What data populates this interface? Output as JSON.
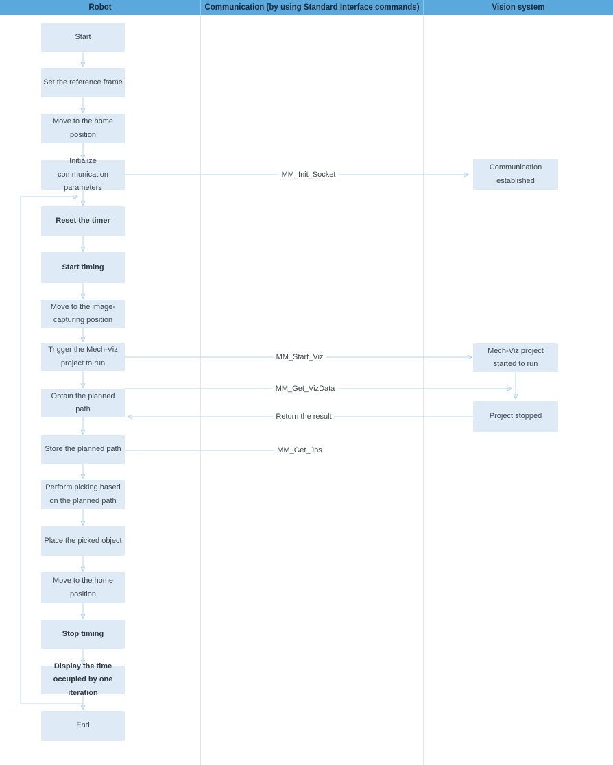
{
  "header": {
    "columns": [
      {
        "label": "Robot"
      },
      {
        "label": "Communication (by using Standard Interface commands)"
      },
      {
        "label": "Vision system"
      }
    ]
  },
  "robot_lane": {
    "nodes": [
      {
        "label": "Start"
      },
      {
        "label": "Set the reference frame"
      },
      {
        "label": "Move to the home position"
      },
      {
        "label": "Initialize communication parameters"
      },
      {
        "label": "Reset the timer",
        "emphasis": true
      },
      {
        "label": "Start timing",
        "emphasis": true
      },
      {
        "label": "Move to the image-capturing position"
      },
      {
        "label": "Trigger the Mech-Viz project to run"
      },
      {
        "label": "Obtain the planned path"
      },
      {
        "label": "Store the planned path"
      },
      {
        "label": "Perform picking based on the planned path"
      },
      {
        "label": "Place the picked object"
      },
      {
        "label": "Move to the home position"
      },
      {
        "label": "Stop timing",
        "emphasis": true
      },
      {
        "label": "Display the time occupied by one iteration",
        "emphasis": true
      },
      {
        "label": "End"
      }
    ]
  },
  "vision_lane": {
    "nodes": [
      {
        "label": "Communication established"
      },
      {
        "label": "Mech-Viz project started to run"
      },
      {
        "label": "Project stopped"
      }
    ]
  },
  "messages": [
    {
      "label": "MM_Init_Socket"
    },
    {
      "label": "MM_Start_Viz"
    },
    {
      "label": "MM_Get_VizData"
    },
    {
      "label": "Return the result"
    },
    {
      "label": "MM_Get_Jps"
    }
  ],
  "colors": {
    "header_bg": "#5ba8dc",
    "header_text": "#222b36",
    "node_fill": "#deebf7",
    "node_text": "#40464c",
    "connector_line": "#b5d5ee",
    "arrowhead": "#7db1dd",
    "lane_separator": "#e7e7e7",
    "background": "#ffffff"
  }
}
